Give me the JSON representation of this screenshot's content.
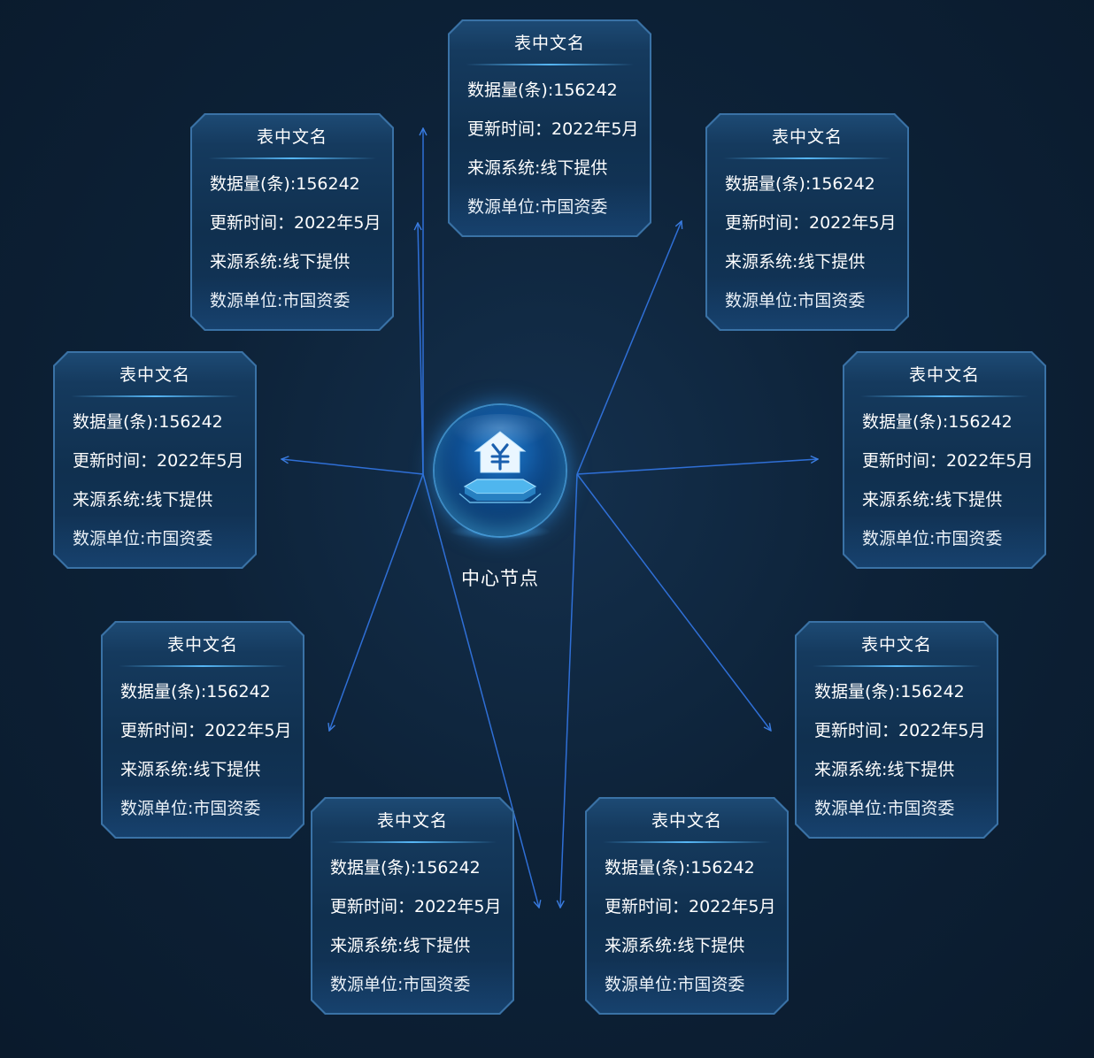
{
  "center": {
    "label": "中心节点",
    "icon": "yuan-house-icon"
  },
  "colors": {
    "background": "#0d2238",
    "card_border": "#3a72a6",
    "card_fill": "#12355a",
    "accent": "#5abeff",
    "edge": "#2f6fd6",
    "text": "#ffffff"
  },
  "nodes": [
    {
      "title": "表中文名",
      "rows": [
        "数据量(条):156242",
        "更新时间：2022年5月",
        "来源系统:线下提供",
        "数源单位:市国资委"
      ]
    },
    {
      "title": "表中文名",
      "rows": [
        "数据量(条):156242",
        "更新时间：2022年5月",
        "来源系统:线下提供",
        "数源单位:市国资委"
      ]
    },
    {
      "title": "表中文名",
      "rows": [
        "数据量(条):156242",
        "更新时间：2022年5月",
        "来源系统:线下提供",
        "数源单位:市国资委"
      ]
    },
    {
      "title": "表中文名",
      "rows": [
        "数据量(条):156242",
        "更新时间：2022年5月",
        "来源系统:线下提供",
        "数源单位:市国资委"
      ]
    },
    {
      "title": "表中文名",
      "rows": [
        "数据量(条):156242",
        "更新时间：2022年5月",
        "来源系统:线下提供",
        "数源单位:市国资委"
      ]
    },
    {
      "title": "表中文名",
      "rows": [
        "数据量(条):156242",
        "更新时间：2022年5月",
        "来源系统:线下提供",
        "数源单位:市国资委"
      ]
    },
    {
      "title": "表中文名",
      "rows": [
        "数据量(条):156242",
        "更新时间：2022年5月",
        "来源系统:线下提供",
        "数源单位:市国资委"
      ]
    },
    {
      "title": "表中文名",
      "rows": [
        "数据量(条):156242",
        "更新时间：2022年5月",
        "来源系统:线下提供",
        "数源单位:市国资委"
      ]
    },
    {
      "title": "表中文名",
      "rows": [
        "数据量(条):156242",
        "更新时间：2022年5月",
        "来源系统:线下提供",
        "数源单位:市国资委"
      ]
    }
  ]
}
